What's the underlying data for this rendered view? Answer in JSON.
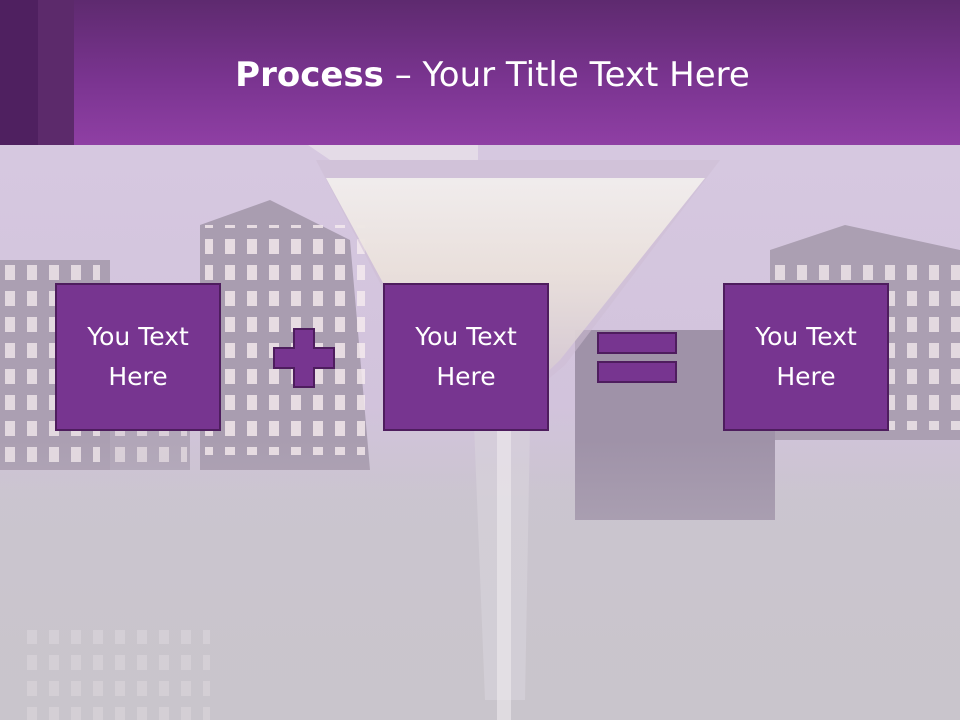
{
  "slide": {
    "title_bold": "Process",
    "title_dash": " – ",
    "title_rest": "Your Title Text Here"
  },
  "process": {
    "boxes": [
      {
        "text": "You Text Here"
      },
      {
        "text": "You Text Here"
      },
      {
        "text": "You Text Here"
      }
    ],
    "operators": [
      "plus-sign",
      "equals-sign"
    ]
  },
  "colors": {
    "header": "#7a3490",
    "box_fill": "#773590",
    "box_border": "#4e1d5e",
    "operator": "#773590"
  }
}
